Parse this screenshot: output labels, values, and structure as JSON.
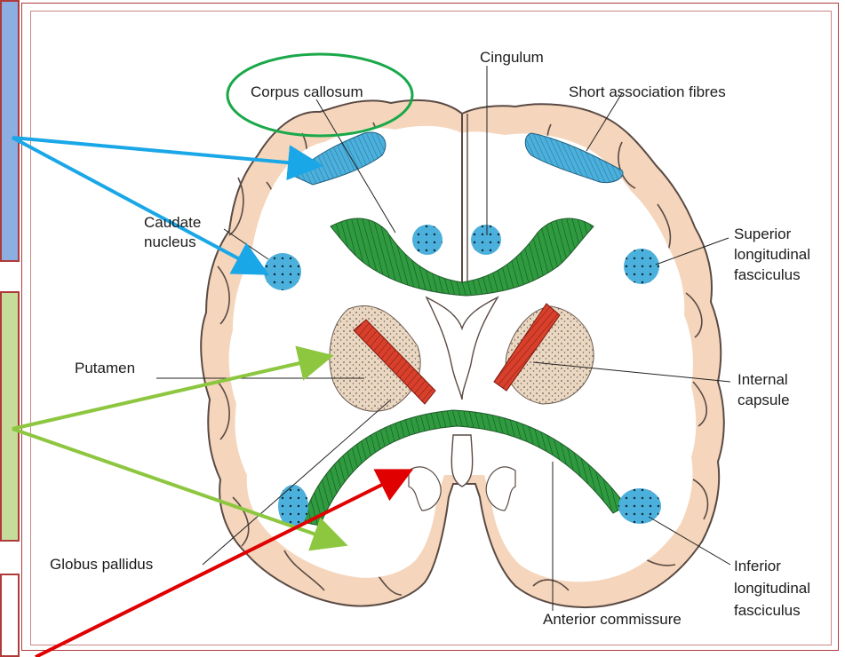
{
  "labels": {
    "corpus_callosum": "Corpus callosum",
    "cingulum": "Cingulum",
    "short_association_fibres": "Short association fibres",
    "caudate_nucleus_line1": "Caudate",
    "caudate_nucleus_line2": "nucleus",
    "superior_longitudinal_line1": "Superior",
    "superior_longitudinal_line2": "longitudinal",
    "superior_longitudinal_line3": "fasciculus",
    "putamen": "Putamen",
    "internal_capsule_line1": "Internal",
    "internal_capsule_line2": "capsule",
    "globus_pallidus": "Globus pallidus",
    "inferior_longitudinal_line1": "Inferior",
    "inferior_longitudinal_line2": "longitudinal",
    "inferior_longitudinal_line3": "fasciculus",
    "anterior_commissure": "Anterior commissure"
  },
  "colors": {
    "cortex": "#f5d6bc",
    "cortex_outline": "#5a4a44",
    "association_fibres": "#4bb0dc",
    "commissural_fibres": "#2f9a3f",
    "projection_fibres": "#d9402c",
    "basal_ganglia": "#ead7c2",
    "arrow_blue": "#1aa7e8",
    "arrow_green": "#8dc63f",
    "arrow_red": "#e00000",
    "highlight_ellipse": "#1aa84a",
    "side_box_blue": "#8caee0",
    "side_box_green": "#c6dc9a"
  }
}
